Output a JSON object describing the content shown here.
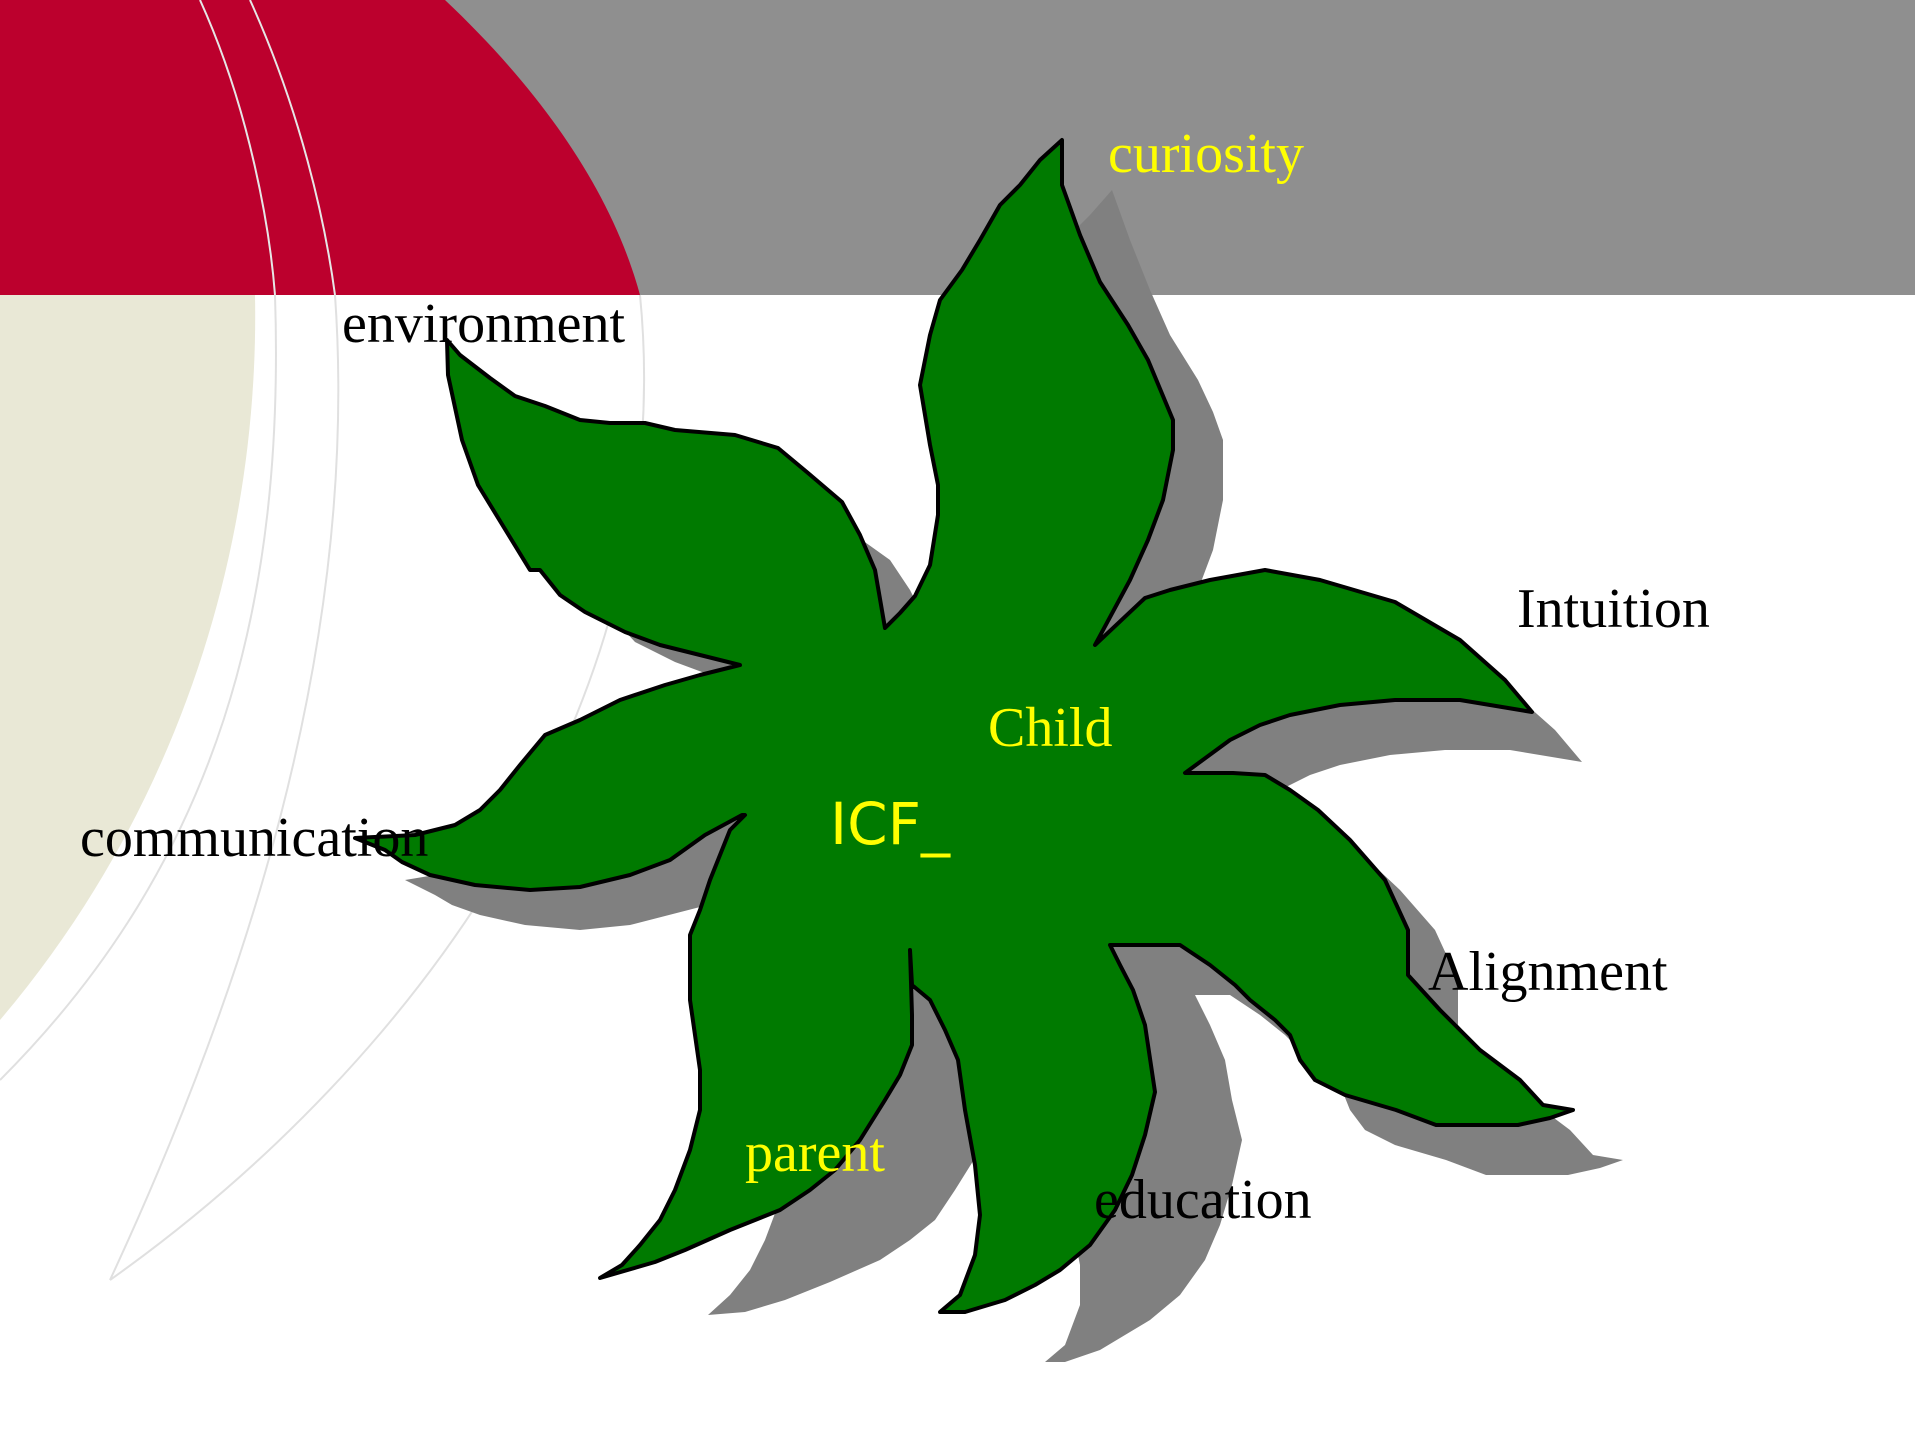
{
  "slide": {
    "colors": {
      "header_gray": "#8f8f8f",
      "header_red": "#bc002d",
      "beige": "#e9e8d6",
      "star_fill": "#007a00",
      "star_shadow": "#808080",
      "yellow_text": "#ffff00",
      "black_text": "#000000"
    },
    "star": {
      "center_text": "ICF_",
      "child_text": "Child",
      "parent_text": "parent"
    },
    "labels": {
      "curiosity": "curiosity",
      "environment": "environment",
      "intuition": "Intuition",
      "communication": "communication",
      "alignment": "Alignment",
      "education": "education"
    }
  }
}
